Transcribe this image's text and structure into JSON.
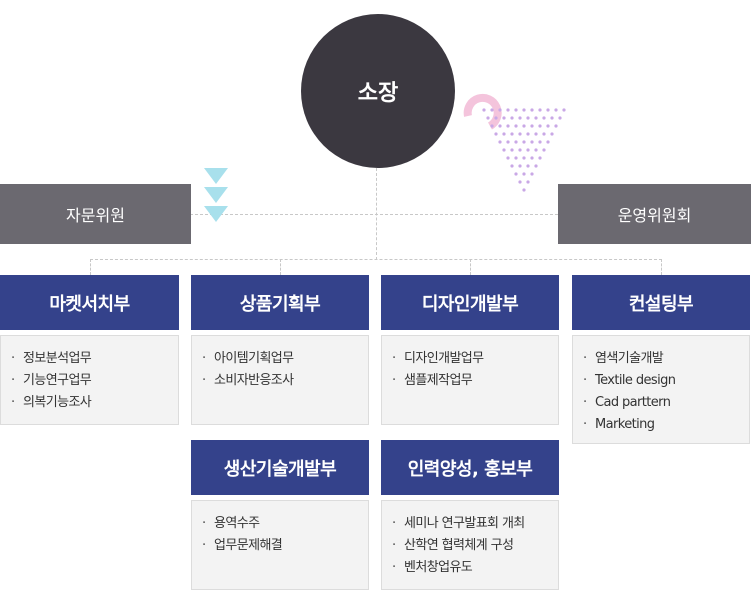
{
  "director": {
    "label": "소장"
  },
  "advisory": {
    "left": "자문위원",
    "right": "운영위원회"
  },
  "departments": [
    {
      "name": "마켓서치부",
      "tasks": [
        "정보분석업무",
        "기능연구업무",
        "의복기능조사"
      ]
    },
    {
      "name": "상품기획부",
      "tasks": [
        "아이템기획업무",
        "소비자반응조사"
      ]
    },
    {
      "name": "디자인개발부",
      "tasks": [
        "디자인개발업무",
        "샘플제작업무"
      ]
    },
    {
      "name": "컨설팅부",
      "tasks": [
        "염색기술개발",
        "Textile design",
        "Cad parttern",
        "Marketing"
      ]
    },
    {
      "name": "생산기술개발부",
      "tasks": [
        "용역수주",
        "업무문제해결"
      ]
    },
    {
      "name": "인력양성, 홍보부",
      "tasks": [
        "세미나 연구발표회 개최",
        "산학연 협력체계 구성",
        "벤처창업유도"
      ]
    }
  ],
  "colors": {
    "director": "#3b3840",
    "advisory": "#6b6970",
    "department": "#34428b",
    "tasks_bg": "#f3f3f3",
    "deco_cyan": "#a8e0ec",
    "deco_pink": "#f4c4dc",
    "deco_purple": "#c9a8e6"
  }
}
